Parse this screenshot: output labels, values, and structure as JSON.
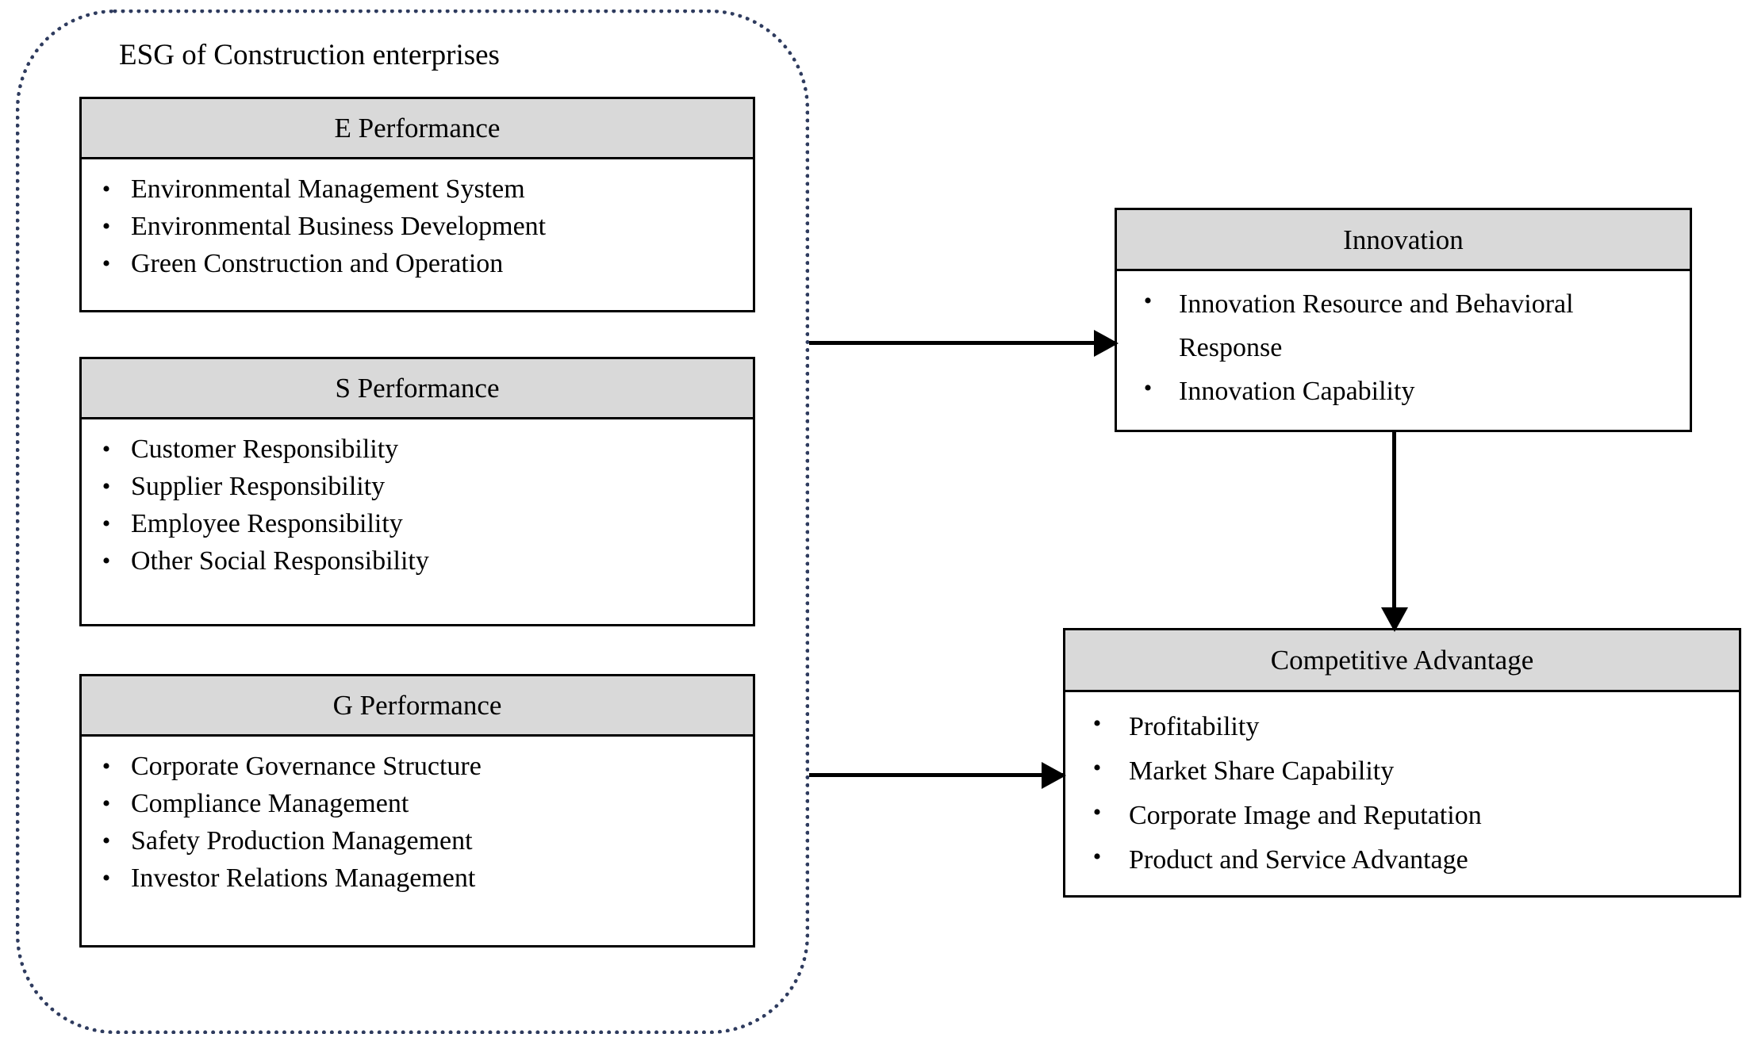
{
  "group": {
    "title": "ESG of Construction enterprises",
    "boundary_color": "#2e3b5e"
  },
  "panels": {
    "e_performance": {
      "title": "E Performance",
      "items": [
        "Environmental Management System",
        "Environmental Business Development",
        "Green Construction and Operation"
      ]
    },
    "s_performance": {
      "title": "S Performance",
      "items": [
        "Customer Responsibility",
        "Supplier Responsibility",
        "Employee Responsibility",
        "Other Social Responsibility"
      ]
    },
    "g_performance": {
      "title": "G Performance",
      "items": [
        "Corporate Governance Structure",
        "Compliance Management",
        "Safety Production Management",
        "Investor Relations Management"
      ]
    },
    "innovation": {
      "title": "Innovation",
      "items": [
        "Innovation Resource and Behavioral Response",
        "Innovation Capability"
      ]
    },
    "competitive_advantage": {
      "title": "Competitive Advantage",
      "items": [
        "Profitability",
        "Market Share Capability",
        "Corporate Image and Reputation",
        "Product and Service Advantage"
      ]
    }
  },
  "bullet_glyph": "•",
  "colors": {
    "header_fill": "#d9d9d9",
    "border": "#000000",
    "boundary": "#2e3b5e",
    "body_fill": "#ffffff"
  }
}
